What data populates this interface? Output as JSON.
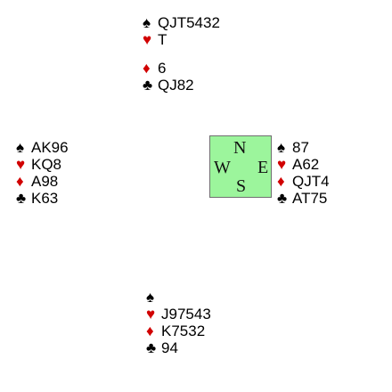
{
  "symbols": {
    "spades": "♠",
    "hearts": "♥",
    "diamonds": "♦",
    "clubs": "♣"
  },
  "colors": {
    "red_suits": "#d10000",
    "black_suits": "#000000",
    "compass_bg": "#9cf59c"
  },
  "compass": {
    "north": "N",
    "west": "W",
    "east": "E",
    "south": "S"
  },
  "hands": {
    "north": {
      "spades": "QJT5432",
      "hearts": "T",
      "diamonds": "6",
      "clubs": "QJ82"
    },
    "west": {
      "spades": "AK96",
      "hearts": "KQ8",
      "diamonds": "A98",
      "clubs": "K63"
    },
    "east": {
      "spades": "87",
      "hearts": "A62",
      "diamonds": "QJT4",
      "clubs": "AT75"
    },
    "south": {
      "spades": "",
      "hearts": "J97543",
      "diamonds": "K7532",
      "clubs": "94"
    }
  }
}
